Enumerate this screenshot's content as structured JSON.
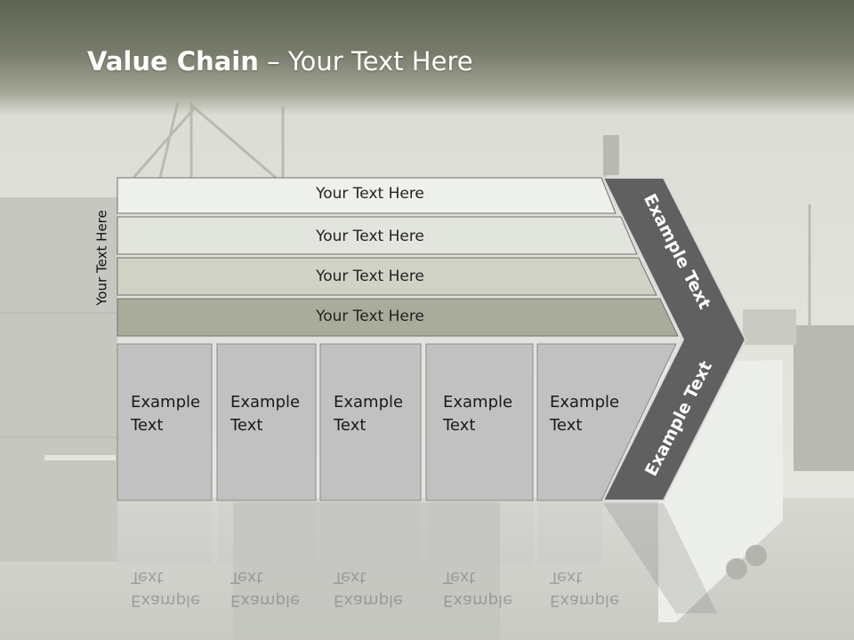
{
  "slide": {
    "title_bold": "Value Chain",
    "title_rest": " – Your Text Here",
    "side_label": "Your Text Here",
    "bars": [
      {
        "label": "Your Text Here"
      },
      {
        "label": "Your Text Here"
      },
      {
        "label": "Your Text Here"
      },
      {
        "label": "Your Text Here"
      }
    ],
    "boxes": [
      {
        "line1": "Example",
        "line2": "Text"
      },
      {
        "line1": "Example",
        "line2": "Text"
      },
      {
        "line1": "Example",
        "line2": "Text"
      },
      {
        "line1": "Example",
        "line2": "Text"
      },
      {
        "line1": "Example",
        "line2": "Text"
      }
    ],
    "chevron_top": "Example Text",
    "chevron_bottom": "Example Text",
    "colors": {
      "bar1": "#eef0ec",
      "bar2": "#e2e4de",
      "bar3": "#d0d2c6",
      "bar4": "#a9ac9b",
      "box": "#c1c1c1",
      "chevron": "#606060"
    }
  }
}
